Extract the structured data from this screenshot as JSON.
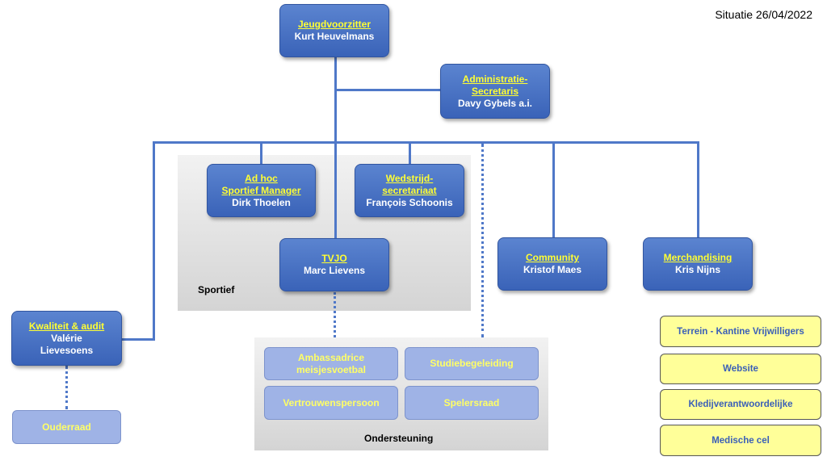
{
  "situatie": "Situatie 26/04/2022",
  "roles": {
    "jeugdvoorzitter": {
      "role": "Jeugdvoorzitter",
      "person": "Kurt Heuvelmans"
    },
    "administratie": {
      "role_line1": "Administratie-",
      "role_line2": "Secretaris",
      "person": "Davy Gybels a.i."
    },
    "sportief_manager": {
      "role_line1": "Ad hoc",
      "role_line2": "Sportief Manager",
      "person": "Dirk Thoelen"
    },
    "wedstrijdsecretariaat": {
      "role_line1": "Wedstrijd-",
      "role_line2": "secretariaat",
      "person": "François Schoonis"
    },
    "tvjo": {
      "role": "TVJO",
      "person": "Marc Lievens"
    },
    "community": {
      "role": "Community",
      "person": "Kristof Maes"
    },
    "merchandising": {
      "role": "Merchandising",
      "person": "Kris Nijns"
    },
    "kwaliteit": {
      "role": "Kwaliteit & audit",
      "person_line1": "Valérie",
      "person_line2": "Lievesoens"
    }
  },
  "panels": {
    "sportief": "Sportief",
    "ondersteuning": "Ondersteuning"
  },
  "support": {
    "ambassadrice_line1": "Ambassadrice",
    "ambassadrice_line2": "meisjesvoetbal",
    "studiebegeleiding": "Studiebegeleiding",
    "vertrouwenspersoon": "Vertrouwenspersoon",
    "spelersraad": "Spelersraad",
    "ouderraad": "Ouderraad"
  },
  "volunteers": [
    "Terrein - Kantine Vrijwilligers",
    "Website",
    "Kledijverantwoordelijke",
    "Medische cel"
  ]
}
